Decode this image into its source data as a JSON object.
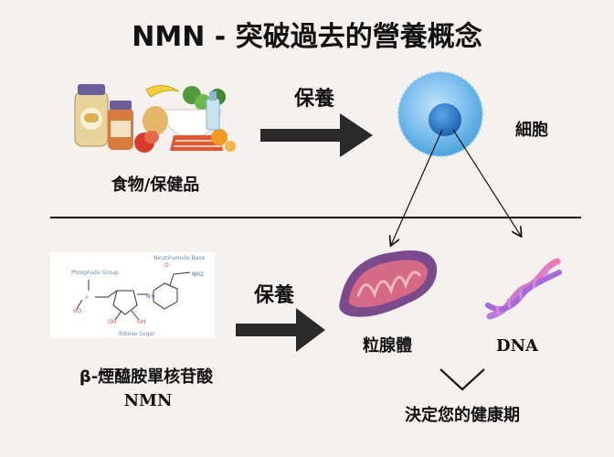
{
  "title": "NMN - 突破過去的營養概念",
  "top": {
    "source_label": "食物/保健品",
    "arrow_label": "保養",
    "target_label": "細胞"
  },
  "bottom": {
    "molecule_label_line1": "β-煙醯胺單核苷酸",
    "molecule_label_line2": "NMN",
    "arrow_label": "保養",
    "mito_label": "粒腺體",
    "dna_label": "DNA",
    "conclusion": "決定您的健康期"
  },
  "molecule_annotations": {
    "nicotinamide": "Nicotinamide Base",
    "phosphate": "Phosphate Group",
    "ribose": "Ribose Sugar",
    "nh2": "NH2",
    "o": "O",
    "p": "P",
    "ho": "HO",
    "oh": "OH",
    "n_plus": "N+"
  },
  "colors": {
    "text": "#111111",
    "arrow": "#2a2a2a",
    "cell": "#4aa3dd",
    "cell_nucleus": "#2e78c0",
    "mito_outer": "#7b4a8c",
    "mito_inner": "#d46a86",
    "dna_pink": "#f07ab0",
    "dna_purple": "#a46ad8"
  }
}
